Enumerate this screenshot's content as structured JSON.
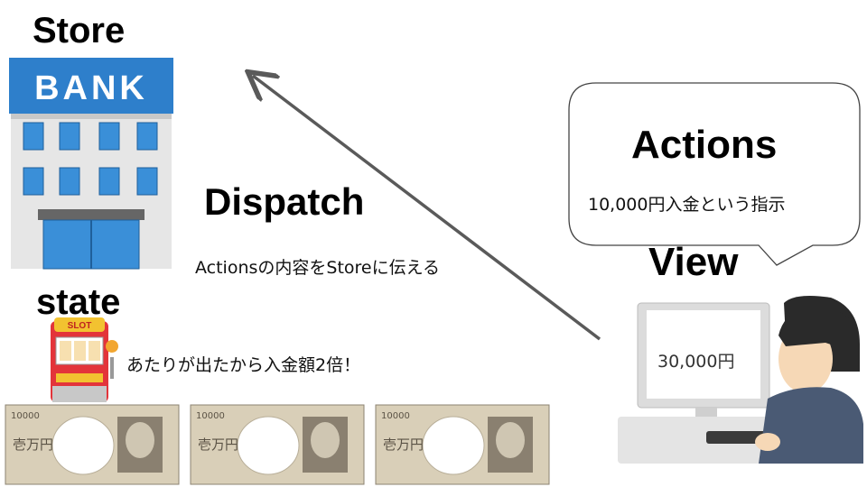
{
  "store": {
    "title": "Store",
    "bank_sign": "BANK"
  },
  "state": {
    "title": "state",
    "description": "あたりが出たから入金額2倍！",
    "slot_sign": "SLOT"
  },
  "dispatch": {
    "title": "Dispatch",
    "description": "Actionsの内容をStoreに伝える"
  },
  "actions": {
    "title": "Actions",
    "description": "10,000円入金という指示"
  },
  "view": {
    "title": "View",
    "screen_value": "30,000円"
  },
  "banknote": {
    "denomination": "10000",
    "label": "壱万円"
  },
  "colors": {
    "bank_blue": "#2e7fcb",
    "arrow": "#5a5a5a",
    "banknote": "#d9cfb8"
  }
}
